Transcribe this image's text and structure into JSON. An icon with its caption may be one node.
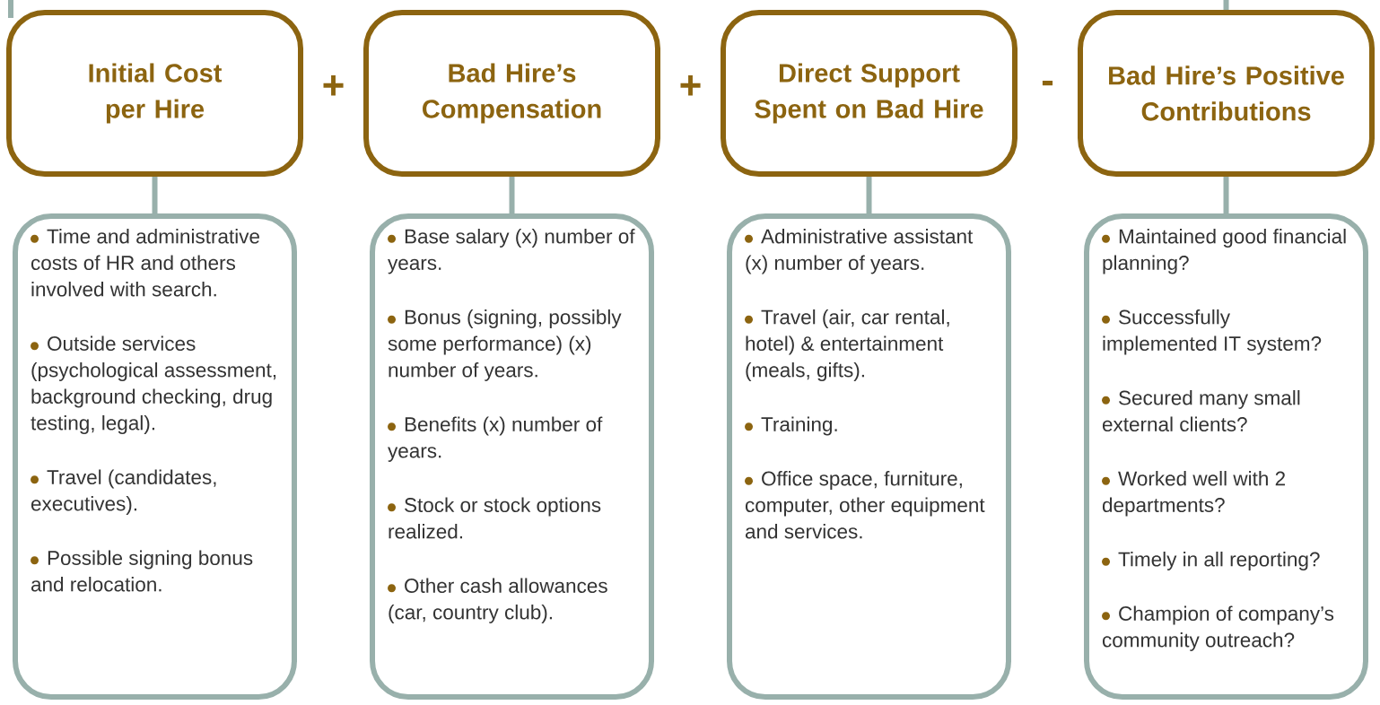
{
  "diagram": {
    "nodes": [
      {
        "text": [
          "Initial Cost per Hire"
        ]
      },
      {
        "text": [
          "Bad Hire’s Compensation"
        ]
      },
      {
        "text": [
          "Direct Support Spent on Bad Hire"
        ]
      },
      {
        "text": [
          "Bad Hire’s Positive Contributions"
        ]
      },
      {
        "text": [
          "Time and administrative costs of HR and others involved with search.",
          "Outside services (psychological assessment, background checking, drug testing, legal).",
          "Travel (candidates, executives).",
          "Possible signing bonus and relocation."
        ]
      },
      {
        "text": [
          "Base salary (x) number of years.",
          "Bonus (signing, possibly some performance) (x) number of years.",
          "Benefits (x) number of years.",
          "Stock or stock options realized.",
          "Other cash allowances (car, country club)."
        ]
      },
      {
        "text": [
          "Administrative assistant (x) number of years.",
          "Travel (air, car rental, hotel) & entertainment (meals, gifts).",
          "Training.",
          "Office space, furniture, computer, other equipment and services."
        ]
      },
      {
        "text": [
          "Maintained good financial planning?",
          "Successfully implemented IT system?",
          "Secured many small external clients?",
          "Worked well with 2 departments?",
          "Timely in all reporting?",
          "Champion of company’s community outreach?"
        ]
      }
    ],
    "edges": [
      {
        "from": null,
        "to": 0,
        "arrow": "none"
      },
      {
        "from": null,
        "to": 3,
        "arrow": "none"
      },
      {
        "from": 0,
        "to": 4,
        "arrow": "none"
      },
      {
        "from": 1,
        "to": 5,
        "arrow": "none"
      },
      {
        "from": 2,
        "to": 6,
        "arrow": "none"
      },
      {
        "from": 3,
        "to": 7,
        "arrow": "none"
      }
    ],
    "labels": [
      "+",
      "+",
      "-"
    ]
  }
}
